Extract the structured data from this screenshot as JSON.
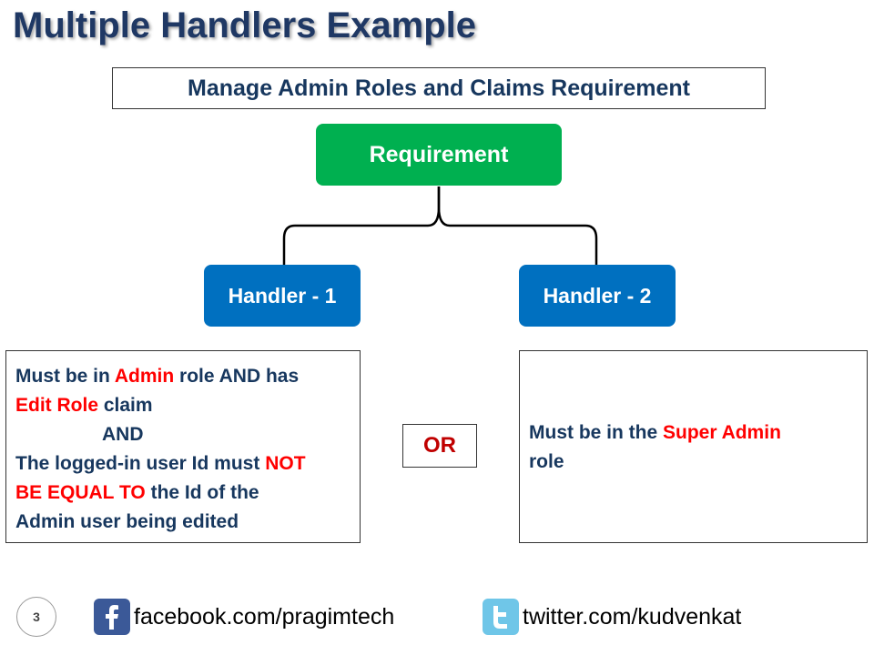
{
  "title": "Multiple Handlers Example",
  "subtitle": "Manage Admin Roles and Claims Requirement",
  "requirement_label": "Requirement",
  "handlers": [
    {
      "label": "Handler - 1"
    },
    {
      "label": "Handler - 2"
    }
  ],
  "left_box": {
    "l1a": "Must be in ",
    "l1b": "Admin",
    "l1c": " role AND has",
    "l2a": "Edit Role",
    "l2b": " claim",
    "and": "AND",
    "l4a": "The logged-in user Id must ",
    "l4b": "NOT",
    "l5a": "BE EQUAL TO",
    "l5b": " the Id of the",
    "l6": "Admin user being edited"
  },
  "or_label": "OR",
  "right_box": {
    "a": "Must be in the ",
    "b": "Super Admin",
    "c": "role"
  },
  "page_number": "3",
  "footer": {
    "facebook": "facebook.com/pragimtech",
    "twitter": "twitter.com/kudvenkat"
  },
  "colors": {
    "title": "#1f3864",
    "requirement": "#00b050",
    "handler": "#0070c0",
    "highlight": "#ff0000"
  }
}
